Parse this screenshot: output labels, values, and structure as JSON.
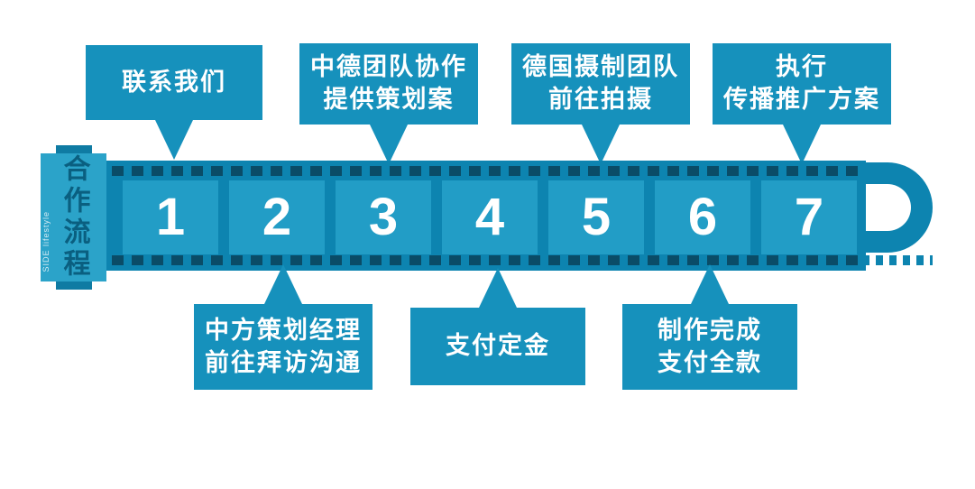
{
  "flow": {
    "title": "合作流程",
    "watermark": "SIDE lifestyle",
    "steps": [
      {
        "number": "1",
        "label_position": "top",
        "label_lines": [
          "联系我们"
        ]
      },
      {
        "number": "2",
        "label_position": "bottom",
        "label_lines": [
          "中方策划经理",
          "前往拜访沟通"
        ]
      },
      {
        "number": "3",
        "label_position": "top",
        "label_lines": [
          "中德团队协作",
          "提供策划案"
        ]
      },
      {
        "number": "4",
        "label_position": "bottom",
        "label_lines": [
          "支付定金"
        ]
      },
      {
        "number": "5",
        "label_position": "top",
        "label_lines": [
          "德国摄制团队",
          "前往拍摄"
        ]
      },
      {
        "number": "6",
        "label_position": "bottom",
        "label_lines": [
          "制作完成",
          "支付全款"
        ]
      },
      {
        "number": "7",
        "label_position": "top",
        "label_lines": [
          "执行",
          "传播推广方案"
        ]
      }
    ],
    "colors": {
      "callout": "#1691BC",
      "strip": "#0D84B0",
      "cell": "#229DC6",
      "perforation": "#0A4C67",
      "tab": "#2BA3C9",
      "tab_text": "#0A5F80",
      "dots": "#0D84B0"
    }
  }
}
